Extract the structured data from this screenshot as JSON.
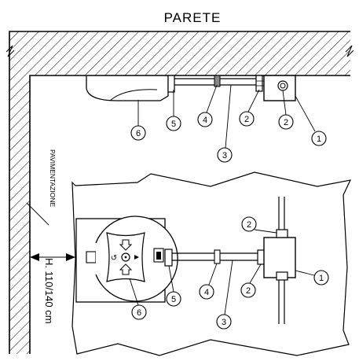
{
  "title": "PARETE",
  "floor_label": "PAVIMENTAZIONE",
  "height_label": "H. 110/140 cm",
  "callouts": {
    "top": [
      "6",
      "5",
      "4",
      "3",
      "2",
      "2",
      "1"
    ],
    "bottom": [
      "2",
      "1",
      "2",
      "4",
      "5",
      "3",
      "6"
    ]
  },
  "symbols": {
    "indicator_arrows": "arrow-icons",
    "cartridge": "fire-cartridge-icon"
  }
}
